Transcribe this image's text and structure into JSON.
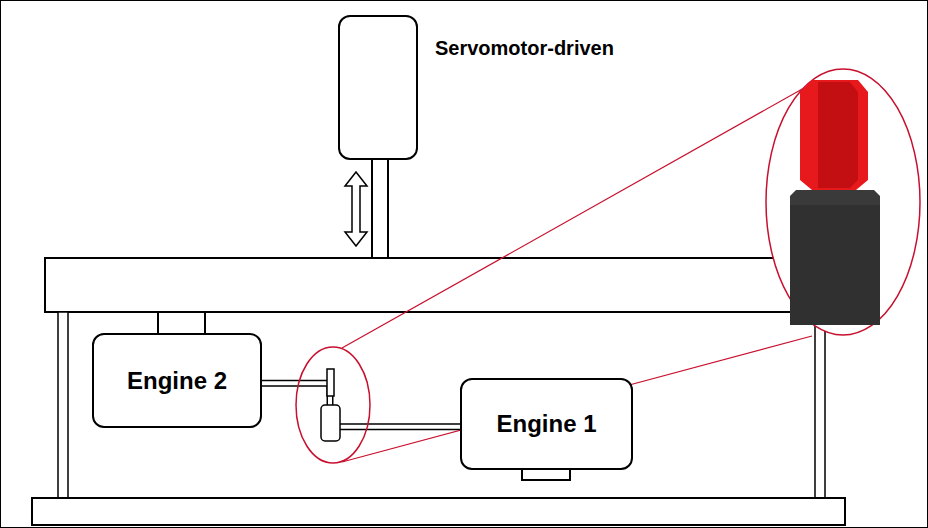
{
  "diagram": {
    "nodes": [
      {
        "text": [
          "Servomotor-driven"
        ]
      },
      {
        "text": [
          "Engine 2"
        ]
      },
      {
        "text": [
          "Engine 1"
        ]
      }
    ],
    "edges": [
      {
        "from": 1,
        "to": 2,
        "arrow": "none"
      }
    ]
  }
}
